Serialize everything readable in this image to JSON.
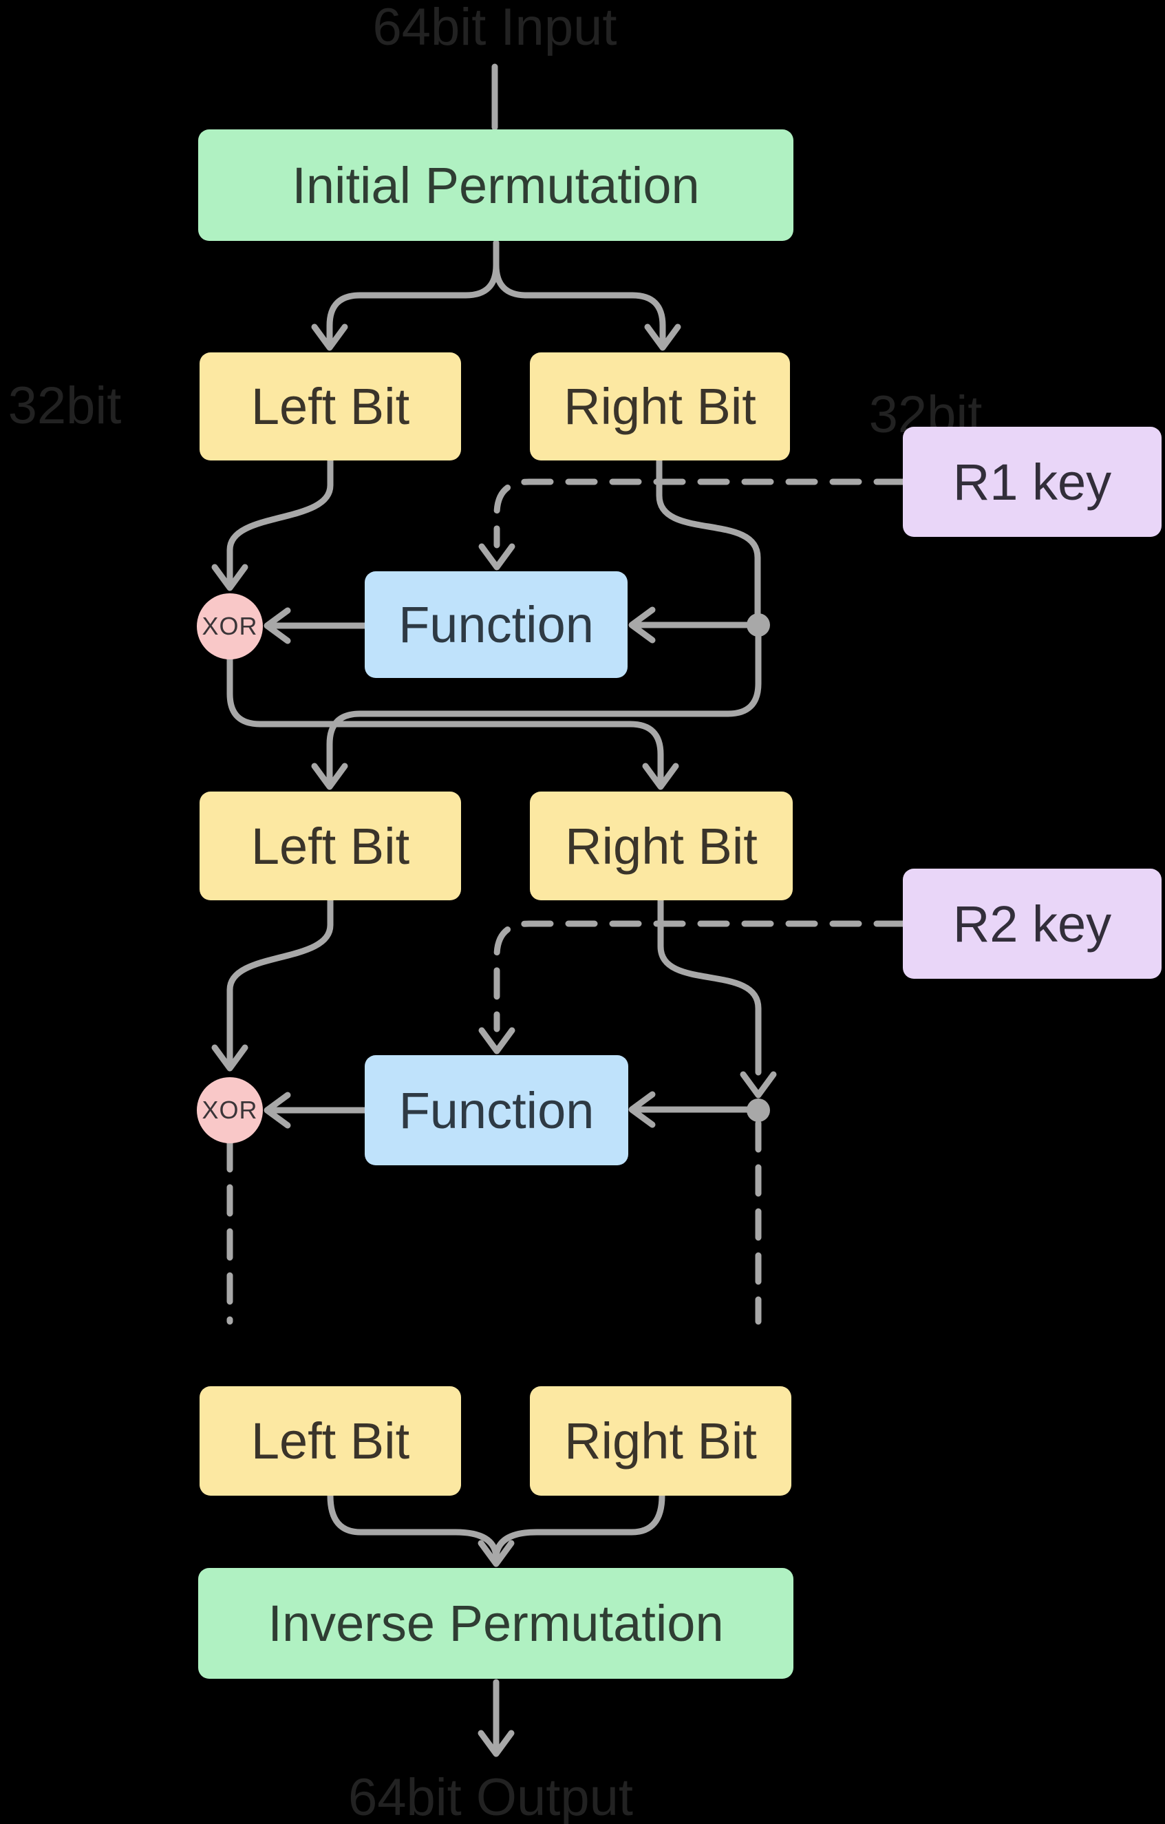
{
  "colors": {
    "background": "#000000",
    "line": "#a8a8a8",
    "green": "#b0f1c2",
    "green-text": "#2f3d33",
    "yellow": "#fce8a2",
    "yellow-text": "#3a342a",
    "purple": "#e9d6f8",
    "purple-text": "#322e3a",
    "blue": "#bfe2fb",
    "blue-text": "#2e3a44",
    "pink": "#f9c8c8",
    "pink-text": "#3b3538",
    "label-text": "#222222"
  },
  "diagram": {
    "input_label": "64bit Input",
    "output_label": "64bit Output",
    "bitwidth_left_label": "32bit",
    "bitwidth_right_label": "32bit",
    "initial_permutation_label": "Initial Permutation",
    "inverse_permutation_label": "Inverse Permutation",
    "rounds": [
      {
        "left_label": "Left Bit",
        "right_label": "Right Bit",
        "key_label": "R1 key",
        "function_label": "Function",
        "xor_label": "XOR"
      },
      {
        "left_label": "Left Bit",
        "right_label": "Right Bit",
        "key_label": "R2 key",
        "function_label": "Function",
        "xor_label": "XOR"
      }
    ],
    "final": {
      "left_label": "Left Bit",
      "right_label": "Right Bit"
    }
  }
}
